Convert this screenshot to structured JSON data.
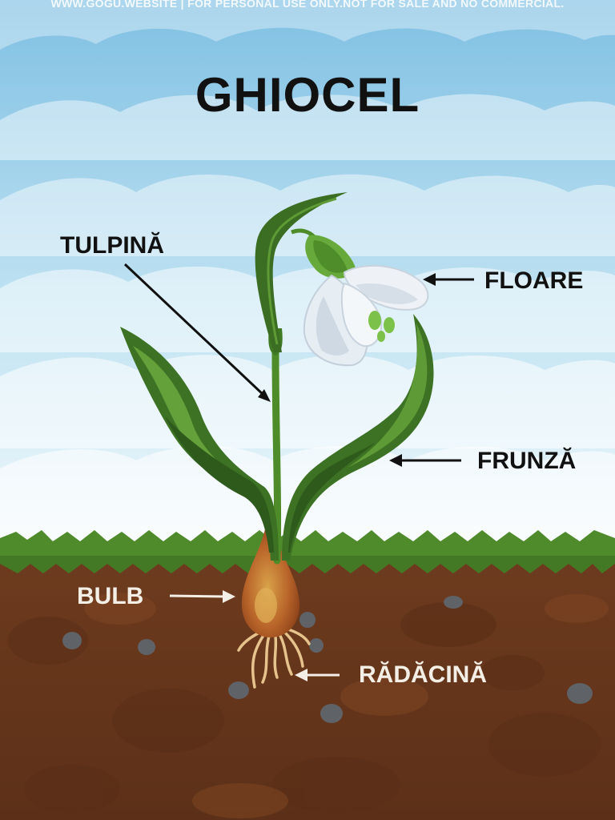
{
  "watermark": "WWW.GOGU.WEBSITE | FOR PERSONAL USE ONLY.NOT FOR SALE AND NO COMMERCIAL.",
  "title": "GHIOCEL",
  "labels": {
    "stem": "TULPINĂ",
    "flower": "FLOARE",
    "leaf": "FRUNZĂ",
    "bulb": "BULB",
    "root": "RĂDĂCINĂ"
  },
  "colors": {
    "sky_top": "#8ec9e8",
    "sky_bottom": "#eef7fb",
    "cloud": "#ffffff",
    "grass": "#4f8a2b",
    "soil": "#6b3a1f",
    "leaf_dark": "#2f5a1c",
    "leaf_light": "#5e9a35",
    "petal": "#e6edf3",
    "bulb": "#c9762e",
    "root": "#e7c58f",
    "stone": "#5b5f63"
  }
}
